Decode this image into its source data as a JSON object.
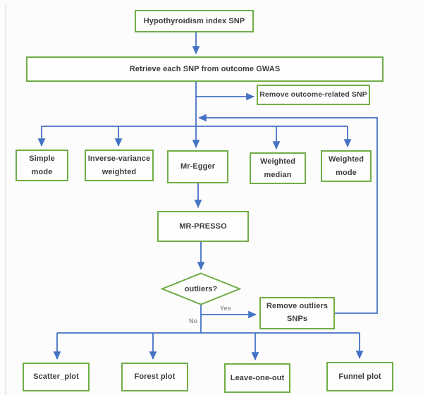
{
  "colors": {
    "box_border": "#70ad47",
    "connector": "#4472c4",
    "label_muted": "#8f9499",
    "text": "#3d3d3d"
  },
  "diagram": {
    "nodes": {
      "start": "Hypothyroidism index SNP",
      "retrieve": "Retrieve each SNP from outcome GWAS",
      "remove_outcome": "Remove outcome-related SNP",
      "simple_mode": [
        "Simple",
        "mode"
      ],
      "inverse_variance_weighted": [
        "Inverse-variance",
        "weighted"
      ],
      "mr_egger": "Mr-Egger",
      "weighted_median": [
        "Weighted",
        "median"
      ],
      "weighted_mode": [
        "Weighted",
        "mode"
      ],
      "mr_presso": "MR-PRESSO",
      "outliers_decision": "outliers?",
      "remove_outliers": [
        "Remove outliers",
        "SNPs"
      ],
      "scatter_plot": "Scatter_plot",
      "forest_plot": "Forest plot",
      "leave_one_out": "Leave-one-out",
      "funnel_plot": "Funnel plot"
    },
    "edge_labels": {
      "yes": "Yes",
      "no": "No"
    }
  }
}
